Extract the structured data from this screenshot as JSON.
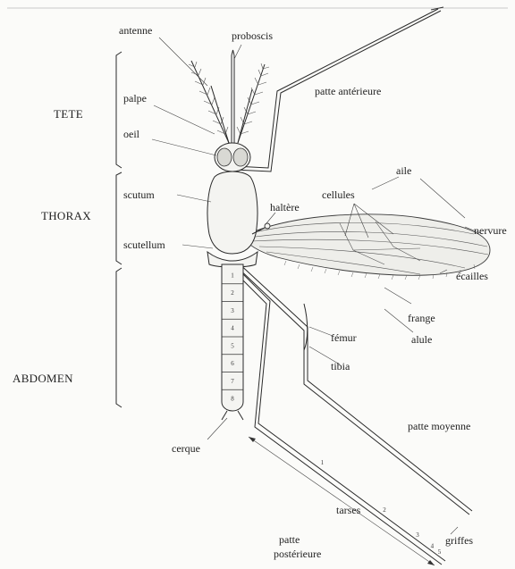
{
  "sections": {
    "head": "TETE",
    "thorax": "THORAX",
    "abdomen": "ABDOMEN"
  },
  "labels": {
    "antenne": "antenne",
    "proboscis": "proboscis",
    "palpe": "palpe",
    "oeil": "oeil",
    "scutum": "scutum",
    "scutellum": "scutellum",
    "cerque": "cerque",
    "patte_anterieure": "patte antérieure",
    "aile": "aile",
    "cellules": "cellules",
    "haltere": "haltère",
    "nervure": "nervure",
    "ecailles": "écailles",
    "frange": "frange",
    "alule": "alule",
    "femur": "fémur",
    "tibia": "tibia",
    "patte_moyenne": "patte moyenne",
    "tarses": "tarses",
    "griffes": "griffes",
    "patte_posterieure_1": "patte",
    "patte_posterieure_2": "postérieure"
  },
  "abdomen_segments": [
    "1",
    "2",
    "3",
    "4",
    "5",
    "6",
    "7",
    "8"
  ],
  "tarsal_segments": [
    "1",
    "2",
    "3",
    "4",
    "5"
  ]
}
